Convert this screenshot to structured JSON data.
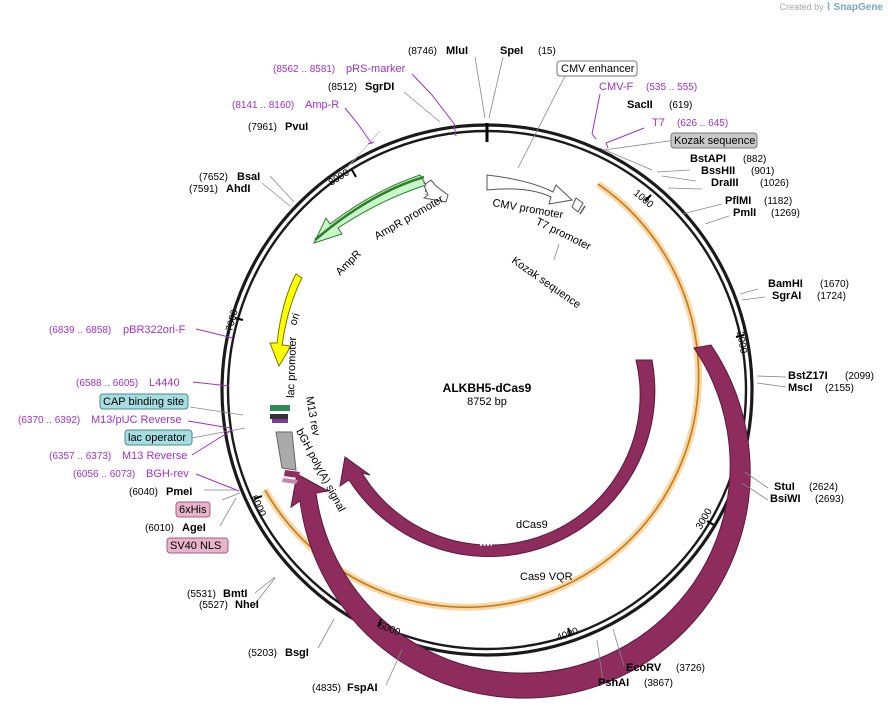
{
  "credit": {
    "text": "Created by",
    "brand": "SnapGene"
  },
  "plasmid": {
    "name": "ALKBH5-dCas9",
    "length": "8752 bp",
    "total_bp": 8752
  },
  "ticks": [
    "1000",
    "2000",
    "3000",
    "4000",
    "5000",
    "6000",
    "7000",
    "8000"
  ],
  "sites": [
    {
      "name": "MluI",
      "pos": "(8746)",
      "bp": 8746,
      "side": "left"
    },
    {
      "name": "SpeI",
      "pos": "(15)",
      "bp": 15,
      "side": "right"
    },
    {
      "name": "SgrDI",
      "pos": "(8512)",
      "bp": 8512,
      "side": "left"
    },
    {
      "name": "SacII",
      "pos": "(619)",
      "bp": 619,
      "side": "right"
    },
    {
      "name": "PvuI",
      "pos": "(7961)",
      "bp": 7961,
      "side": "left"
    },
    {
      "name": "BsaI",
      "pos": "(7652)",
      "bp": 7652,
      "side": "left"
    },
    {
      "name": "AhdI",
      "pos": "(7591)",
      "bp": 7591,
      "side": "left"
    },
    {
      "name": "BstAPI",
      "pos": "(882)",
      "bp": 882,
      "side": "right"
    },
    {
      "name": "BssHII",
      "pos": "(901)",
      "bp": 901,
      "side": "right"
    },
    {
      "name": "DraIII",
      "pos": "(1026)",
      "bp": 1026,
      "side": "right"
    },
    {
      "name": "PflMI",
      "pos": "(1182)",
      "bp": 1182,
      "side": "right"
    },
    {
      "name": "PmlI",
      "pos": "(1269)",
      "bp": 1269,
      "side": "right"
    },
    {
      "name": "BamHI",
      "pos": "(1670)",
      "bp": 1670,
      "side": "right"
    },
    {
      "name": "SgrAI",
      "pos": "(1724)",
      "bp": 1724,
      "side": "right"
    },
    {
      "name": "BstZ17I",
      "pos": "(2099)",
      "bp": 2099,
      "side": "right"
    },
    {
      "name": "MscI",
      "pos": "(2155)",
      "bp": 2155,
      "side": "right"
    },
    {
      "name": "StuI",
      "pos": "(2624)",
      "bp": 2624,
      "side": "right"
    },
    {
      "name": "BsiWI",
      "pos": "(2693)",
      "bp": 2693,
      "side": "right"
    },
    {
      "name": "EcoRV",
      "pos": "(3726)",
      "bp": 3726,
      "side": "right"
    },
    {
      "name": "PshAI",
      "pos": "(3867)",
      "bp": 3867,
      "side": "right"
    },
    {
      "name": "FspAI",
      "pos": "(4835)",
      "bp": 4835,
      "side": "left"
    },
    {
      "name": "BsgI",
      "pos": "(5203)",
      "bp": 5203,
      "side": "left"
    },
    {
      "name": "BmtI",
      "pos": "(5531)",
      "bp": 5531,
      "side": "left"
    },
    {
      "name": "NheI",
      "pos": "(5527)",
      "bp": 5527,
      "side": "left"
    },
    {
      "name": "AgeI",
      "pos": "(6010)",
      "bp": 6010,
      "side": "left"
    },
    {
      "name": "PmeI",
      "pos": "(6040)",
      "bp": 6040,
      "side": "left"
    }
  ],
  "primers": [
    {
      "name": "pRS-marker",
      "range": "(8562 .. 8581)",
      "side": "left"
    },
    {
      "name": "Amp-R",
      "range": "(8141 .. 8160)",
      "side": "left"
    },
    {
      "name": "CMV-F",
      "range": "(535 .. 555)",
      "side": "right"
    },
    {
      "name": "T7",
      "range": "(626 .. 645)",
      "side": "right"
    },
    {
      "name": "pBR322ori-F",
      "range": "(6839 .. 6858)",
      "side": "left"
    },
    {
      "name": "L4440",
      "range": "(6588 .. 6605)",
      "side": "left"
    },
    {
      "name": "M13/pUC Reverse",
      "range": "(6370 .. 6392)",
      "side": "left"
    },
    {
      "name": "M13 Reverse",
      "range": "(6357 .. 6373)",
      "side": "left"
    },
    {
      "name": "BGH-rev",
      "range": "(6056 .. 6073)",
      "side": "left"
    }
  ],
  "boxed_labels": [
    {
      "name": "CMV enhancer",
      "style": "white"
    },
    {
      "name": "Kozak sequence",
      "style": "gray"
    },
    {
      "name": "CAP binding site",
      "style": "teal"
    },
    {
      "name": "lac operator",
      "style": "teal"
    },
    {
      "name": "6xHis",
      "style": "pink"
    },
    {
      "name": "SV40 NLS",
      "style": "pink"
    }
  ],
  "features": [
    {
      "name": "CMV promoter"
    },
    {
      "name": "T7 promoter"
    },
    {
      "name": "Kozak sequence"
    },
    {
      "name": "AmpR promoter"
    },
    {
      "name": "AmpR"
    },
    {
      "name": "ori"
    },
    {
      "name": "lac promoter"
    },
    {
      "name": "M13 rev"
    },
    {
      "name": "bGH poly(A) signal"
    },
    {
      "name": "dCas9"
    },
    {
      "name": "Cas9 VQR"
    }
  ],
  "colors": {
    "backbone": "#1a1a1a",
    "cas9": "#8e2c5e",
    "ori": "#ffff00",
    "ampr": "#c8f7c8",
    "promoter": "#ffffff",
    "orange": "#f0a030",
    "primer": "#a031c9",
    "teal": "#a7dce0",
    "gray_box": "#c8c8c8",
    "pink_box": "#e7b4c9"
  }
}
